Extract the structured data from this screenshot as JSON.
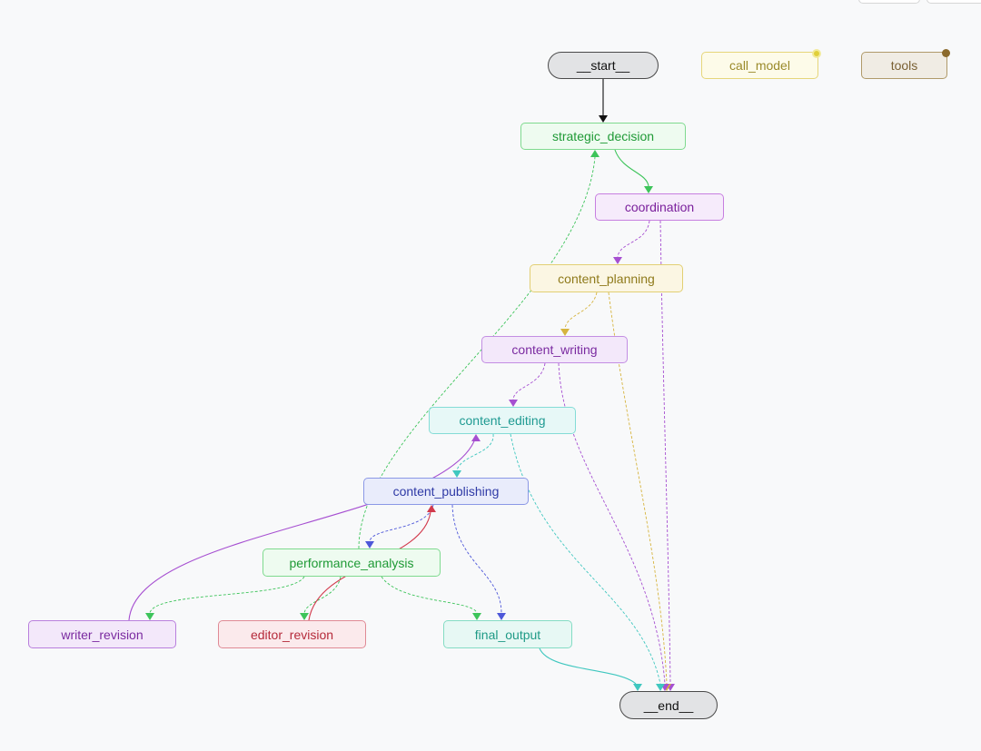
{
  "graph": {
    "nodes": {
      "start": {
        "label": "__start__"
      },
      "call_model": {
        "label": "call_model"
      },
      "tools": {
        "label": "tools"
      },
      "strategic_decision": {
        "label": "strategic_decision"
      },
      "coordination": {
        "label": "coordination"
      },
      "content_planning": {
        "label": "content_planning"
      },
      "content_writing": {
        "label": "content_writing"
      },
      "content_editing": {
        "label": "content_editing"
      },
      "content_publishing": {
        "label": "content_publishing"
      },
      "performance_analysis": {
        "label": "performance_analysis"
      },
      "writer_revision": {
        "label": "writer_revision"
      },
      "editor_revision": {
        "label": "editor_revision"
      },
      "final_output": {
        "label": "final_output"
      },
      "end": {
        "label": "__end__"
      }
    },
    "edges": [
      {
        "from": "start",
        "to": "strategic_decision",
        "style": "solid",
        "color": "#111111"
      },
      {
        "from": "strategic_decision",
        "to": "coordination",
        "style": "solid",
        "color": "#3dc45a"
      },
      {
        "from": "coordination",
        "to": "content_planning",
        "style": "dashed",
        "color": "#a64fd1"
      },
      {
        "from": "coordination",
        "to": "end",
        "style": "dashed",
        "color": "#a64fd1"
      },
      {
        "from": "content_planning",
        "to": "content_writing",
        "style": "dashed",
        "color": "#d6b43e"
      },
      {
        "from": "content_planning",
        "to": "end",
        "style": "dashed",
        "color": "#d6b43e"
      },
      {
        "from": "content_writing",
        "to": "content_editing",
        "style": "dashed",
        "color": "#a64fd1"
      },
      {
        "from": "content_writing",
        "to": "end",
        "style": "dashed",
        "color": "#a64fd1"
      },
      {
        "from": "content_editing",
        "to": "content_publishing",
        "style": "dashed",
        "color": "#3fc7bf"
      },
      {
        "from": "content_editing",
        "to": "end",
        "style": "dashed",
        "color": "#3fc7bf"
      },
      {
        "from": "content_publishing",
        "to": "performance_analysis",
        "style": "dashed",
        "color": "#4d57d9"
      },
      {
        "from": "content_publishing",
        "to": "final_output",
        "style": "dashed",
        "color": "#4d57d9"
      },
      {
        "from": "performance_analysis",
        "to": "strategic_decision",
        "style": "dashed",
        "color": "#3dc45a"
      },
      {
        "from": "performance_analysis",
        "to": "writer_revision",
        "style": "dashed",
        "color": "#3dc45a"
      },
      {
        "from": "performance_analysis",
        "to": "editor_revision",
        "style": "dashed",
        "color": "#3dc45a"
      },
      {
        "from": "performance_analysis",
        "to": "final_output",
        "style": "dashed",
        "color": "#3dc45a"
      },
      {
        "from": "writer_revision",
        "to": "content_editing",
        "style": "solid",
        "color": "#a64fd1"
      },
      {
        "from": "editor_revision",
        "to": "content_publishing",
        "style": "solid",
        "color": "#d23a4c"
      },
      {
        "from": "final_output",
        "to": "end",
        "style": "solid",
        "color": "#3fc7bf"
      }
    ]
  }
}
